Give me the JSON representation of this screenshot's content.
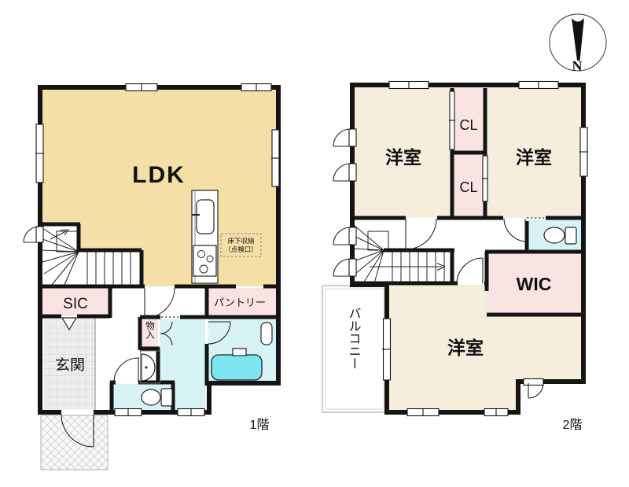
{
  "colors": {
    "wall": "#141414",
    "beige": "#F4DFA7",
    "cream": "#F5EEDC",
    "pink": "#FAE4E3",
    "cyan": "#D8F3F6",
    "tub": "#7DE5EF",
    "tile": "#EDEDED",
    "ink": "#111111"
  },
  "floor1": {
    "floor_label": "1階",
    "ldk": "LDK",
    "sic": "SIC",
    "genkan": "玄関",
    "pantry": "パントリー",
    "storage": "物入",
    "underfloor_line1": "床下収納",
    "underfloor_line2": "（点検口）"
  },
  "floor2": {
    "floor_label": "2階",
    "bedroom1": "洋室",
    "bedroom2": "洋室",
    "bedroom3": "洋室",
    "closet1": "CL",
    "closet2": "CL",
    "wic": "WIC",
    "balcony": "バルコニー"
  },
  "compass": {
    "north": "N"
  }
}
